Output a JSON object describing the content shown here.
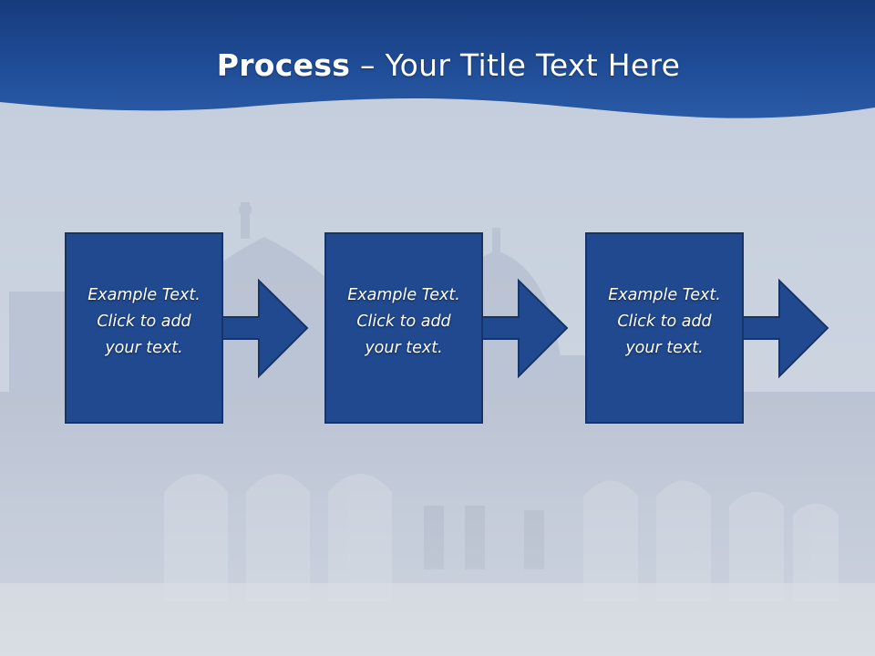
{
  "slide": {
    "title_bold": "Process",
    "title_rest": " – Your Title Text Here"
  },
  "steps": [
    {
      "lines": [
        "Example Text.",
        "Click  to add",
        "your text."
      ]
    },
    {
      "lines": [
        "Example Text.",
        "Click  to add",
        "your text."
      ]
    },
    {
      "lines": [
        "Example Text.",
        "Click  to add",
        "your text."
      ]
    }
  ],
  "colors": {
    "header_blue": "#1f4e9a",
    "box_blue": "#21498f",
    "box_border": "#173466",
    "background": "#c9d2e0"
  }
}
